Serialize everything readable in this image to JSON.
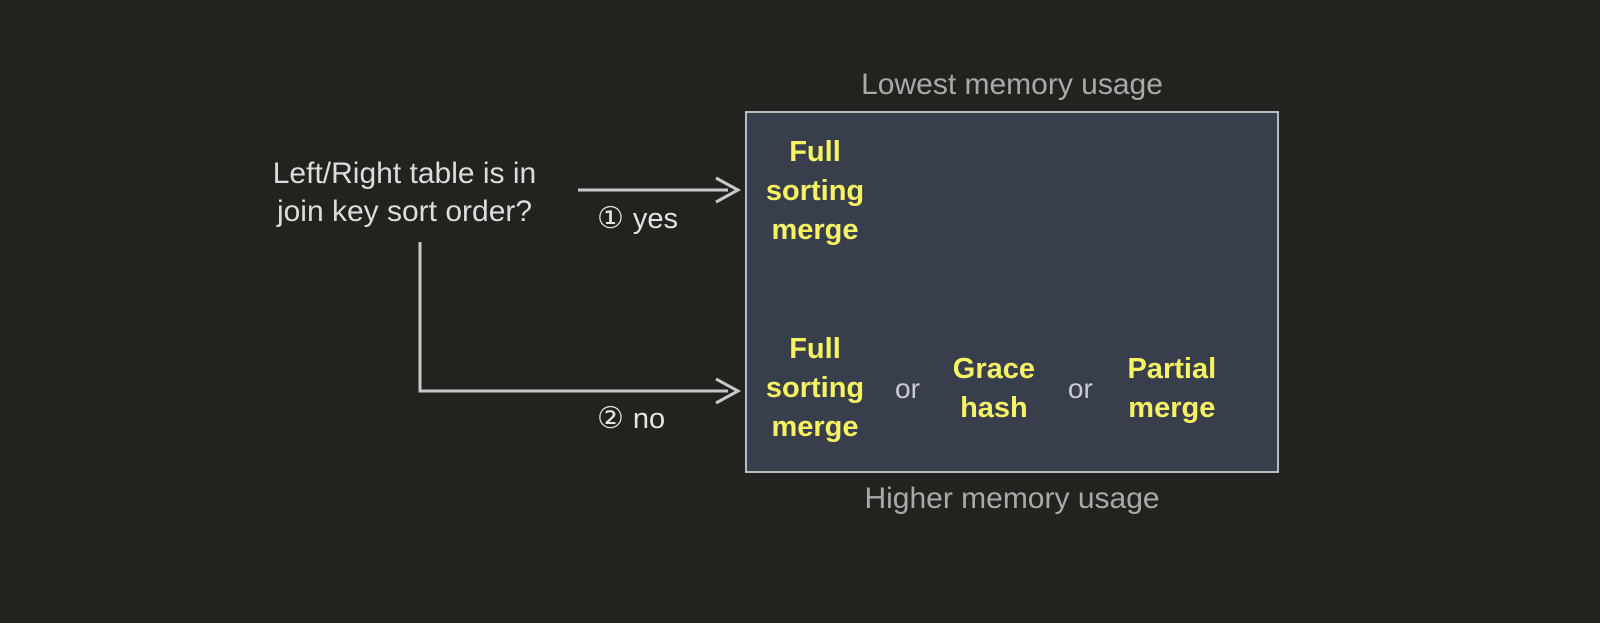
{
  "diagram": {
    "background_color": "#22231f",
    "accent_color": "#f7f464",
    "panel_fill": "#393e4c",
    "panel_border": "#b9bcc0",
    "muted_text_color": "#a9a9a9",
    "decision": {
      "text": "Left/Right table is in\njoin key sort order?"
    },
    "branches": [
      {
        "number": "①",
        "label": "yes"
      },
      {
        "number": "②",
        "label": "no"
      }
    ],
    "captions": {
      "top": "Lowest memory usage",
      "bottom": "Higher memory usage"
    },
    "rows": [
      {
        "options": [
          {
            "text": "Full\nsorting\nmerge"
          }
        ],
        "conjunctions": []
      },
      {
        "options": [
          {
            "text": "Full\nsorting\nmerge"
          },
          {
            "text": "Grace\nhash"
          },
          {
            "text": "Partial\nmerge"
          }
        ],
        "conjunctions": [
          "or",
          "or"
        ]
      }
    ]
  }
}
